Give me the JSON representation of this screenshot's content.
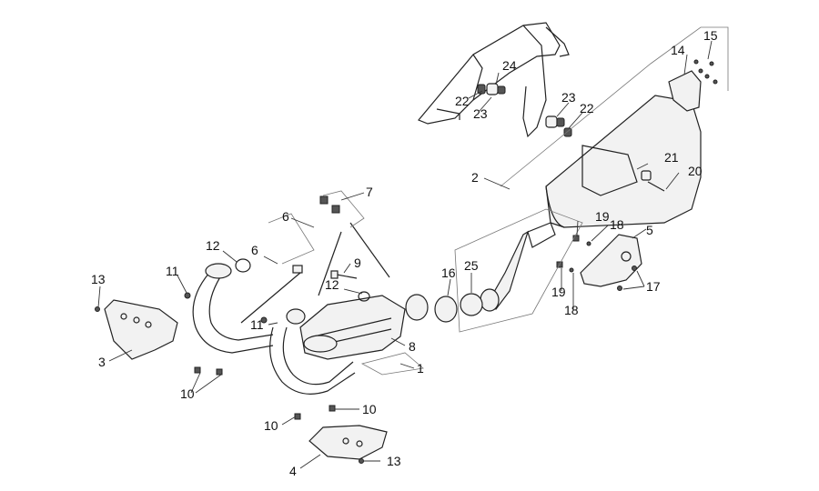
{
  "diagram": {
    "callouts": {
      "c1": "1",
      "c2": "2",
      "c3": "3",
      "c4": "4",
      "c5": "5",
      "c6a": "6",
      "c6b": "6",
      "c7": "7",
      "c8": "8",
      "c9": "9",
      "c10a": "10",
      "c10b": "10",
      "c10c": "10",
      "c11a": "11",
      "c11b": "11",
      "c12a": "12",
      "c12b": "12",
      "c13a": "13",
      "c13b": "13",
      "c14": "14",
      "c15": "15",
      "c16": "16",
      "c17": "17",
      "c18a": "18",
      "c18b": "18",
      "c19a": "19",
      "c19b": "19",
      "c20": "20",
      "c21": "21",
      "c22a": "22",
      "c22b": "22",
      "c23a": "23",
      "c23b": "23",
      "c24": "24",
      "c25": "25"
    }
  }
}
